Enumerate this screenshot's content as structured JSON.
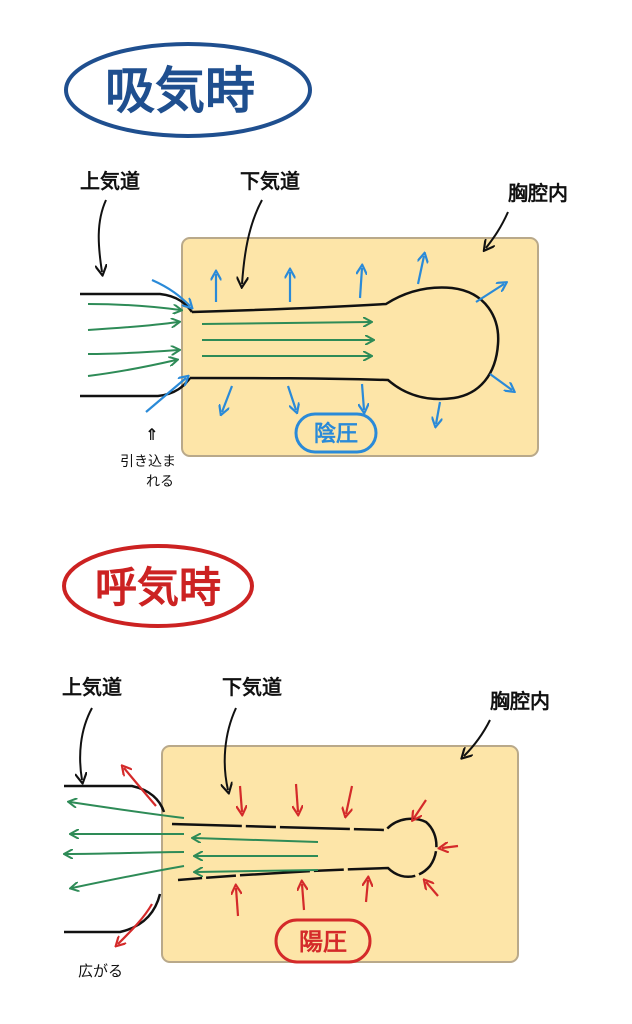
{
  "inhale": {
    "title": "吸気時",
    "upper_airway": "上気道",
    "lower_airway": "下気道",
    "thorax": "胸腔内",
    "pressure": "陰圧",
    "note_line1": "引き込ま",
    "note_line2": "れる"
  },
  "exhale": {
    "title": "呼気時",
    "upper_airway": "上気道",
    "lower_airway": "下気道",
    "thorax": "胸腔内",
    "pressure": "陽圧",
    "note": "広がる"
  },
  "colors": {
    "inhale_accent": "#1f4f8f",
    "exhale_accent": "#cc2222",
    "blue_arrow": "#2a8ad8",
    "red_arrow": "#d42a2a",
    "airflow": "#2e8b57",
    "thorax_fill": "#fde5a8",
    "thorax_border": "#b9a98a",
    "ink": "#111111"
  }
}
